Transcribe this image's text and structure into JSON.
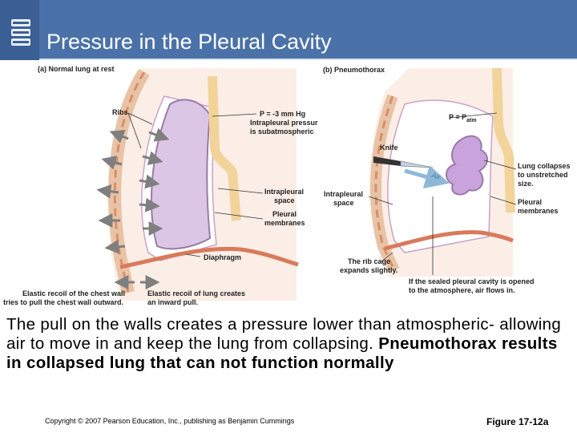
{
  "header": {
    "title": "Pressure in the Pleural Cavity",
    "background": "#4a72a8",
    "icon": "stacked-bars-icon"
  },
  "figure": {
    "panel_a": {
      "title": "(a) Normal lung at rest",
      "ribs": "Ribs",
      "pressure": "P = -3 mm Hg",
      "intrapleural_pressure_line1": "Intrapleural pressur",
      "intrapleural_pressure_line2": "is subatmospheric",
      "intrapleural_space_line1": "Intrapleural",
      "intrapleural_space_line2": "space",
      "pleural_membranes_line1": "Pleural",
      "pleural_membranes_line2": "membranes",
      "diaphragm": "Diaphragm",
      "chest_wall_recoil_line1": "Elastic recoil of the chest wall",
      "chest_wall_recoil_line2": "tries to pull the chest wall outward.",
      "lung_recoil_line1": "Elastic recoil of lung creates",
      "lung_recoil_line2": "an inward pull."
    },
    "panel_b": {
      "title": "(b) Pneumothorax",
      "pressure": "P = P",
      "pressure_sub": "atm",
      "knife": "Knife",
      "air": "Air",
      "lung_collapses_line1": "Lung collapses",
      "lung_collapses_line2": "to unstretched",
      "lung_collapses_line3": "size.",
      "intrapleural_space_line1": "Intrapleural",
      "intrapleural_space_line2": "space",
      "pleural_membranes_line1": "Pleural",
      "pleural_membranes_line2": "membranes",
      "rib_cage_line1": "The rib cage",
      "rib_cage_line2": "expands slightly.",
      "sealed_cavity_line1": "If the sealed pleural cavity is opened",
      "sealed_cavity_line2": "to the atmosphere, air flows in."
    },
    "colors": {
      "lung": "#d9c3e3",
      "lung_outline": "#9b7aa9",
      "rib": "#e0b08a",
      "diaphragm": "#d97a5a",
      "airway": "#f2d39a",
      "arrow": "#8a8a8a"
    }
  },
  "body": {
    "text": "The pull on the walls creates a pressure lower than atmospheric- allowing air to move in and keep the lung from collapsing.",
    "bold_text": "Pneumothorax results in collapsed lung that can not function normally"
  },
  "footer": {
    "copyright": "Copyright © 2007 Pearson Education, Inc., publishing as Benjamin Cummings",
    "figure_number": "Figure 17-12a"
  }
}
